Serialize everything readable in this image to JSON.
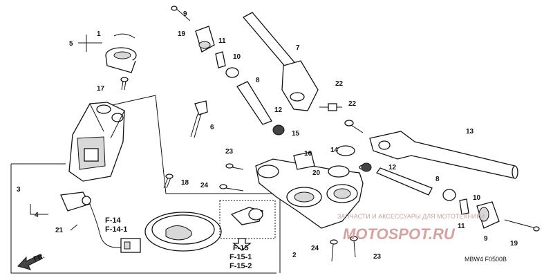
{
  "parts": {
    "p1": "1",
    "p3": "3",
    "p4": "4",
    "p5": "5",
    "p6": "6",
    "p7": "7",
    "p8a": "8",
    "p8b": "8",
    "p9a": "9",
    "p9b": "9",
    "p10a": "10",
    "p10b": "10",
    "p11a": "11",
    "p11b": "11",
    "p12a": "12",
    "p12b": "12",
    "p13": "13",
    "p14": "14",
    "p15": "15",
    "p16": "16",
    "p17": "17",
    "p18": "18",
    "p19a": "19",
    "p19b": "19",
    "p20": "20",
    "p21": "21",
    "p22a": "22",
    "p22b": "22",
    "p23a": "23",
    "p23b": "23",
    "p24a": "24",
    "p24b": "24",
    "p2": "2"
  },
  "refs": {
    "r1": "F-14",
    "r2": "F-14-1",
    "r3": "F-15",
    "r4": "F-15-1",
    "r5": "F-15-2"
  },
  "direction_label": "FR.",
  "footer_code": "MBW4  F0500B",
  "watermark": {
    "line1": "ЗАПЧАСТИ И АКСЕССУАРЫ ДЛЯ МОТОТЕХНИКИ",
    "line2": "MOTOSPOT.RU"
  }
}
